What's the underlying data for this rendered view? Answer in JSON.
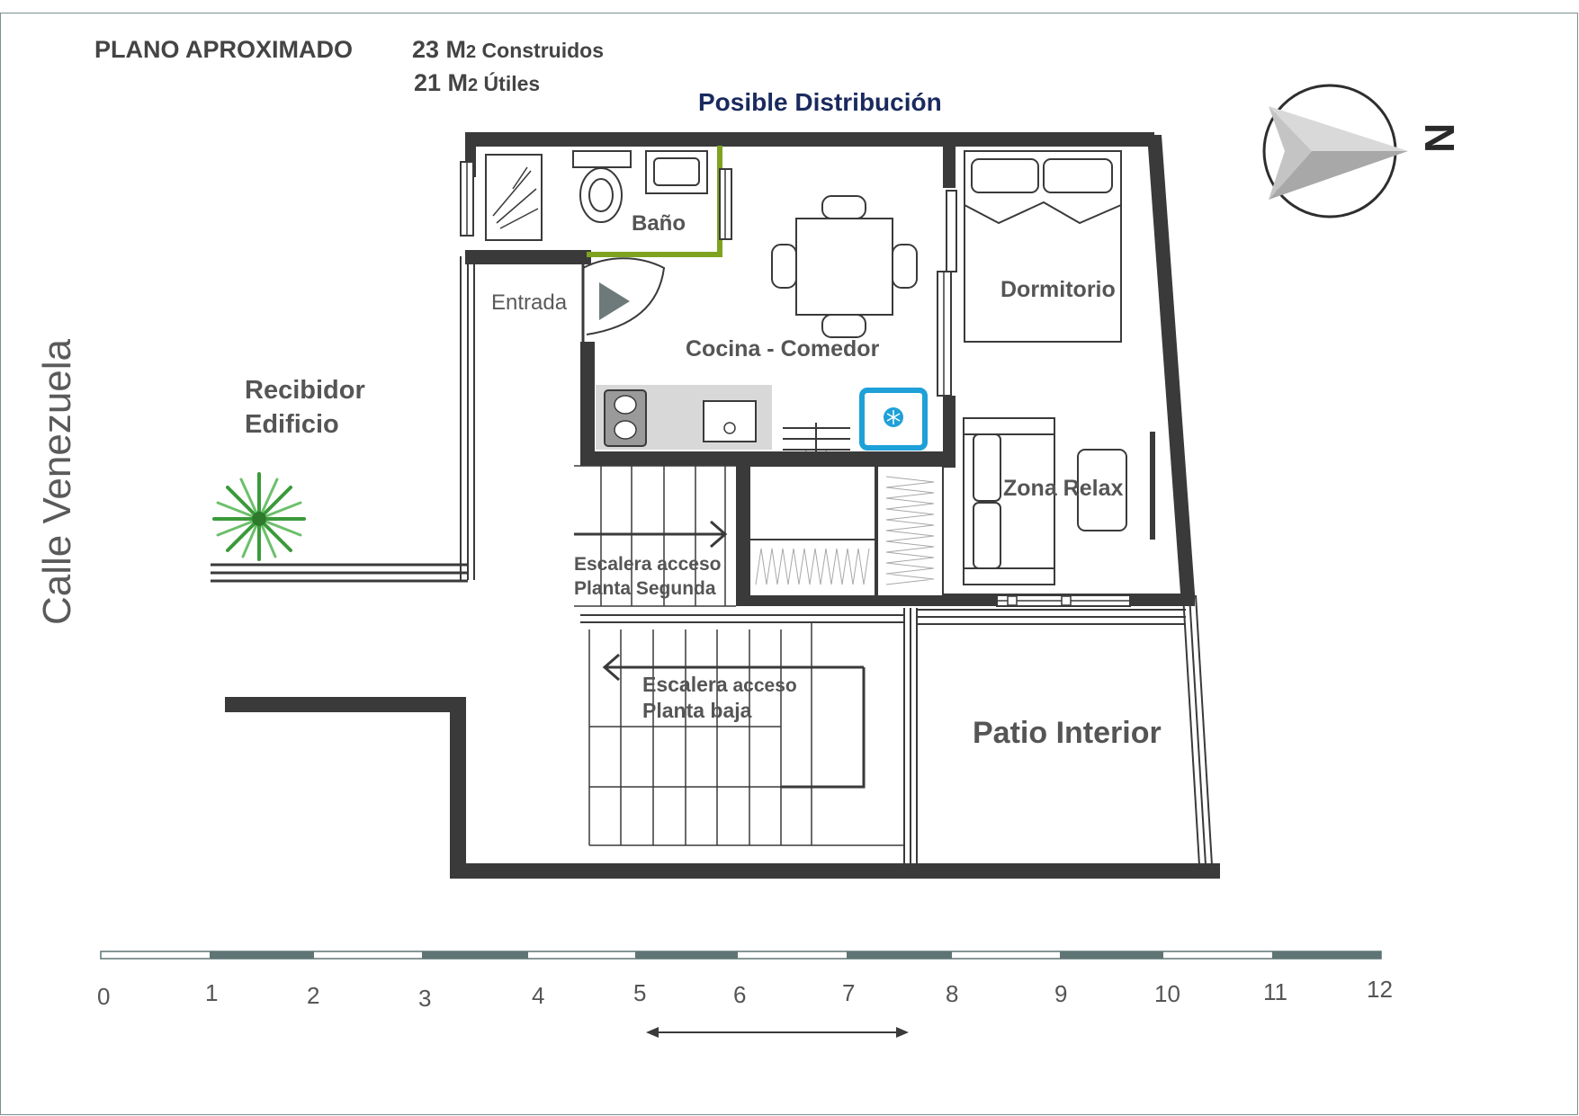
{
  "header": {
    "plan_title": "PLANO APROXIMADO",
    "built_area_value": "23 M",
    "built_area_sub": "2",
    "built_area_label": " Construidos",
    "useful_area_value": "21 M",
    "useful_area_sub": "2",
    "useful_area_label": " Útiles",
    "distribution_title": "Posible Distribución"
  },
  "compass": {
    "north_letter": "N"
  },
  "street": {
    "name": "Calle Venezuela"
  },
  "rooms": {
    "bath": "Baño",
    "entrance": "Entrada",
    "kitchen": "Cocina  - Comedor",
    "bedroom": "Dormitorio",
    "relax": "Zona Relax",
    "lobby_line1": "Recibidor",
    "lobby_line2": "Edificio",
    "stairs_up_line1_main": "Escalera",
    "stairs_up_line1_rest": " acceso",
    "stairs_up_line2": "Planta Segunda",
    "stairs_down_line1_main": "Escalera",
    "stairs_down_line1_rest": " acceso",
    "stairs_down_line2": "Planta baja",
    "patio": "Patio Interior"
  },
  "scale_bar": {
    "ticks": [
      "0",
      "1",
      "2",
      "3",
      "4",
      "5",
      "6",
      "7",
      "8",
      "9",
      "10",
      "11",
      "12"
    ]
  },
  "colors": {
    "wall": "#3a3a3a",
    "title_blue": "#1a2a5e",
    "bath_wall_green": "#7ea320",
    "fridge_blue": "#1ea0d8",
    "plant_green": "#3a9a3a",
    "scale_dark": "#5f7474"
  },
  "icons": {
    "compass": "compass-arrow-icon",
    "fridge": "snowflake-icon",
    "plant": "plant-icon"
  }
}
